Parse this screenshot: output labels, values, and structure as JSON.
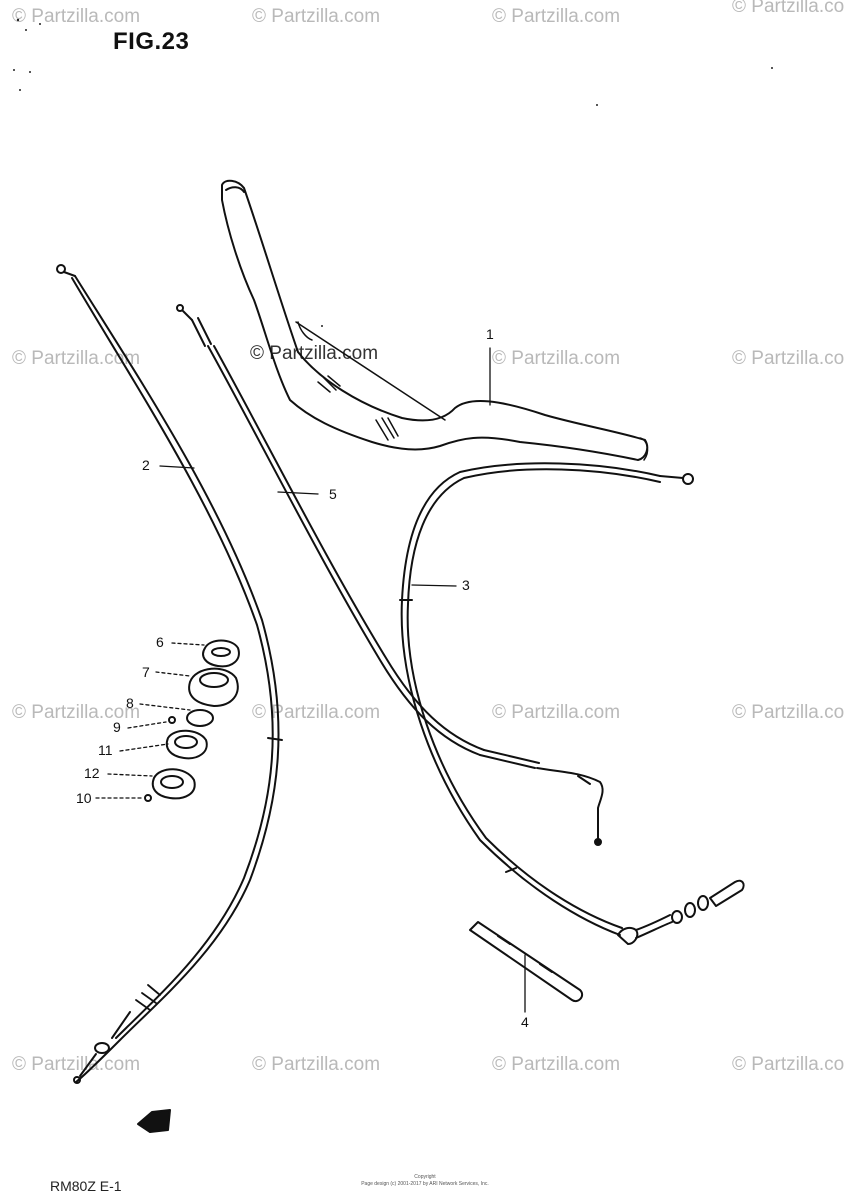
{
  "figure": {
    "title": "FIG.23",
    "footer_left": "RM80Z  E-1",
    "footer_center_line1": "Copyright",
    "footer_center_line2": "Page design (c) 2001-2017 by ARI Network Services, Inc."
  },
  "watermark": {
    "text": "© Partzilla.com",
    "center_text": "© Partzilla.com"
  },
  "callouts": [
    "1",
    "2",
    "3",
    "4",
    "5",
    "6",
    "7",
    "8",
    "9",
    "10",
    "11",
    "12"
  ],
  "colors": {
    "line": "#111111",
    "watermark": "#b9b9b9"
  }
}
